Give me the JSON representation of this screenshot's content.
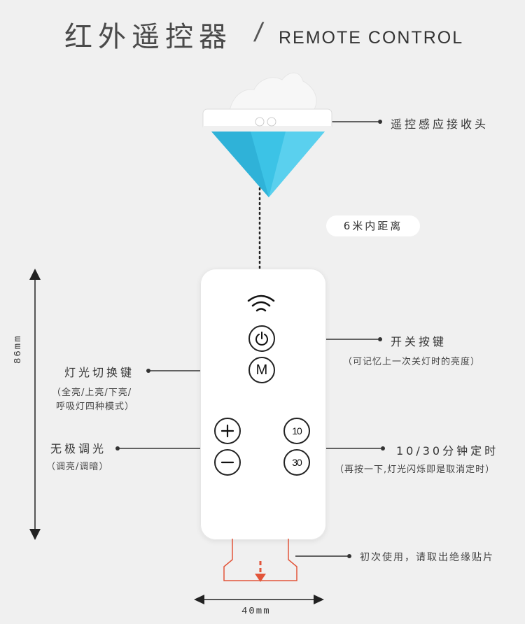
{
  "header": {
    "title_cn": "红外遥控器",
    "slash": "/",
    "title_en": "REMOTE CONTROL"
  },
  "receiver": {
    "label": "遥控感应接收头",
    "top_color": "#ffffff",
    "body_color": "#3cc3e6"
  },
  "distance_pill": "6米内距离",
  "power": {
    "label": "开关按键",
    "note": "（可记忆上一次关灯时的亮度）"
  },
  "mode": {
    "label": "灯光切换键",
    "note_line1": "（全亮/上亮/下亮/",
    "note_line2": "呼吸灯四种模式）",
    "button_text": "M"
  },
  "dimmer": {
    "label": "无极调光",
    "note": "（调亮/调暗）"
  },
  "timer": {
    "label": "10/30分钟定时",
    "note": "（再按一下,灯光闪烁即是取消定时）",
    "btn_10": "10",
    "btn_30": "30"
  },
  "insulation": {
    "label": "初次使用，请取出绝缘贴片",
    "accent": "#e2553a"
  },
  "dimensions": {
    "height": "86mm",
    "width": "40mm"
  },
  "icons": {
    "signal": "wifi-signal-icon",
    "power": "power-icon",
    "plus": "plus-icon",
    "minus": "minus-icon"
  }
}
